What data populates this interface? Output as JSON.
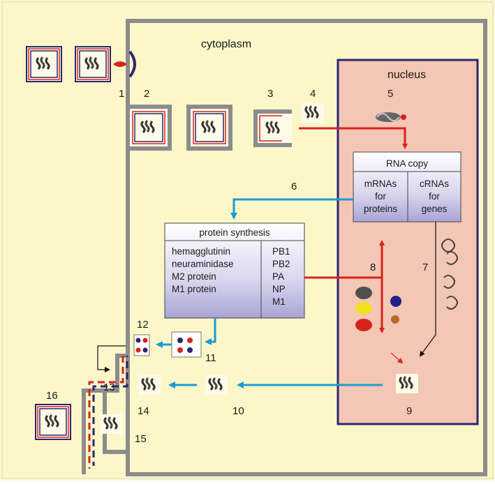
{
  "diagram": {
    "labels": {
      "cytoplasm": "cytoplasm",
      "nucleus": "nucleus"
    },
    "steps": [
      "1",
      "2",
      "3",
      "4",
      "5",
      "6",
      "7",
      "8",
      "9",
      "10",
      "11",
      "12",
      "13",
      "14",
      "15",
      "16"
    ],
    "rna_copy": {
      "title": "RNA copy",
      "left": [
        "mRNAs",
        "for",
        "proteins"
      ],
      "right": [
        "cRNAs",
        "for",
        "genes"
      ]
    },
    "protein_synthesis": {
      "title": "protein synthesis",
      "left": [
        "hemagglutinin",
        "neuraminidase",
        "M2 protein",
        "M1 protein"
      ],
      "right": [
        "PB1",
        "PB2",
        "PA",
        "NP",
        "M1"
      ]
    },
    "colors": {
      "cytoplasm": "#fbf7c8",
      "nucleus": "#f4c6b4",
      "membrane": "#8c8c8c",
      "nuclear_envelope": "#2c2670",
      "red_arrow": "#d8231c",
      "blue_arrow": "#1e9ad6"
    }
  }
}
